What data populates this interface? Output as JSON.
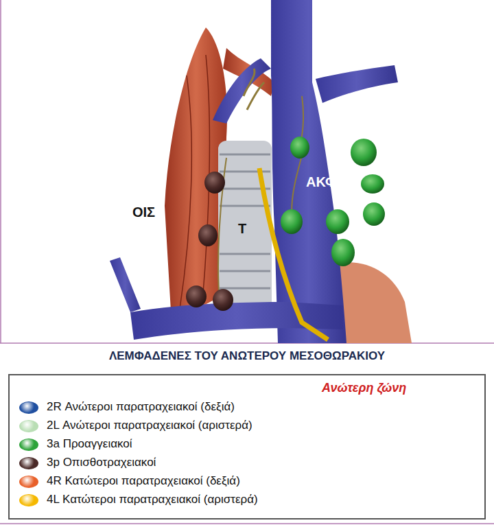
{
  "diagram": {
    "title": "ΛΕΜΦΑΔΕΝΕΣ ΤΟΥ ΑΝΩΤΕΡΟΥ ΜΕΣΟΘΩΡΑΚΙΟΥ",
    "labels": [
      "ΟΙΣ",
      "Τ",
      "ΑΚΦ",
      "Ανώτερη ζώνη"
    ],
    "legend": [
      {
        "text": "2R Ανώτεροι παρατραχειακοί (δεξιά)",
        "color": "#1f4fa0"
      },
      {
        "text": "2L Ανώτεροι παρατραχειακοί (αριστερά)",
        "color": "#b9deb4"
      },
      {
        "text": "3a Προαγγειακοί",
        "color": "#2ea33a"
      },
      {
        "text": "3p Οπισθοτραχειακοί",
        "color": "#4a2a28"
      },
      {
        "text": "4R Κατώτεροι παρατραχειακοί (δεξιά)",
        "color": "#e8602a"
      },
      {
        "text": "4L Κατώτεροι παρατραχειακοί (αριστερά)",
        "color": "#f5b800"
      }
    ]
  }
}
